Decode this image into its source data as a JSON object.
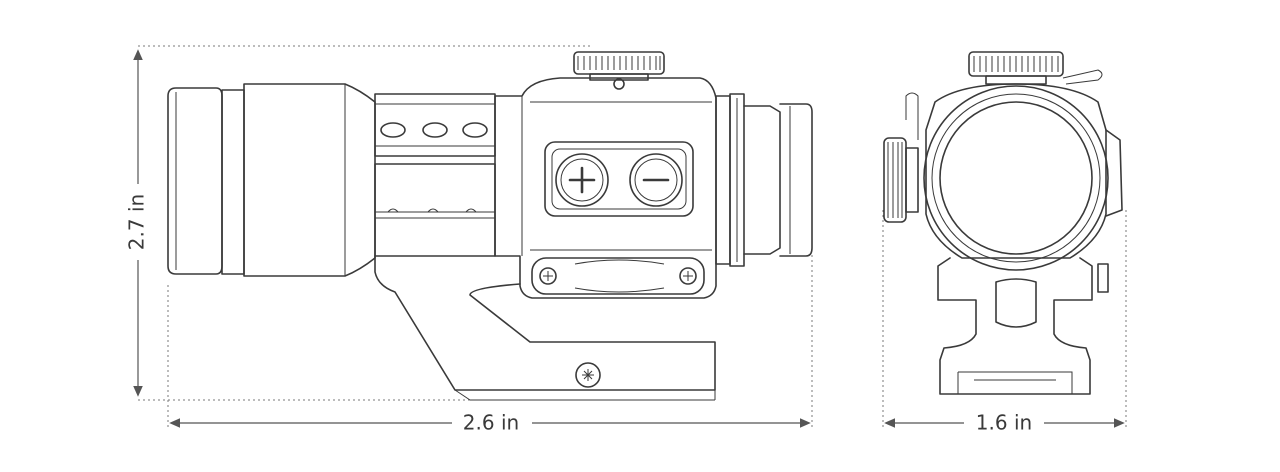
{
  "dimensions": {
    "height_label": "2.7 in",
    "length_label": "2.6 in",
    "width_label": "1.6 in"
  },
  "views": {
    "side_view": {
      "icon": "red-dot-sight-side-view"
    },
    "front_view": {
      "icon": "red-dot-sight-front-view"
    }
  },
  "controls": {
    "plus_button_icon": "plus-icon",
    "minus_button_icon": "minus-icon"
  },
  "colors": {
    "line": "#3a3a3a",
    "background": "#ffffff"
  }
}
